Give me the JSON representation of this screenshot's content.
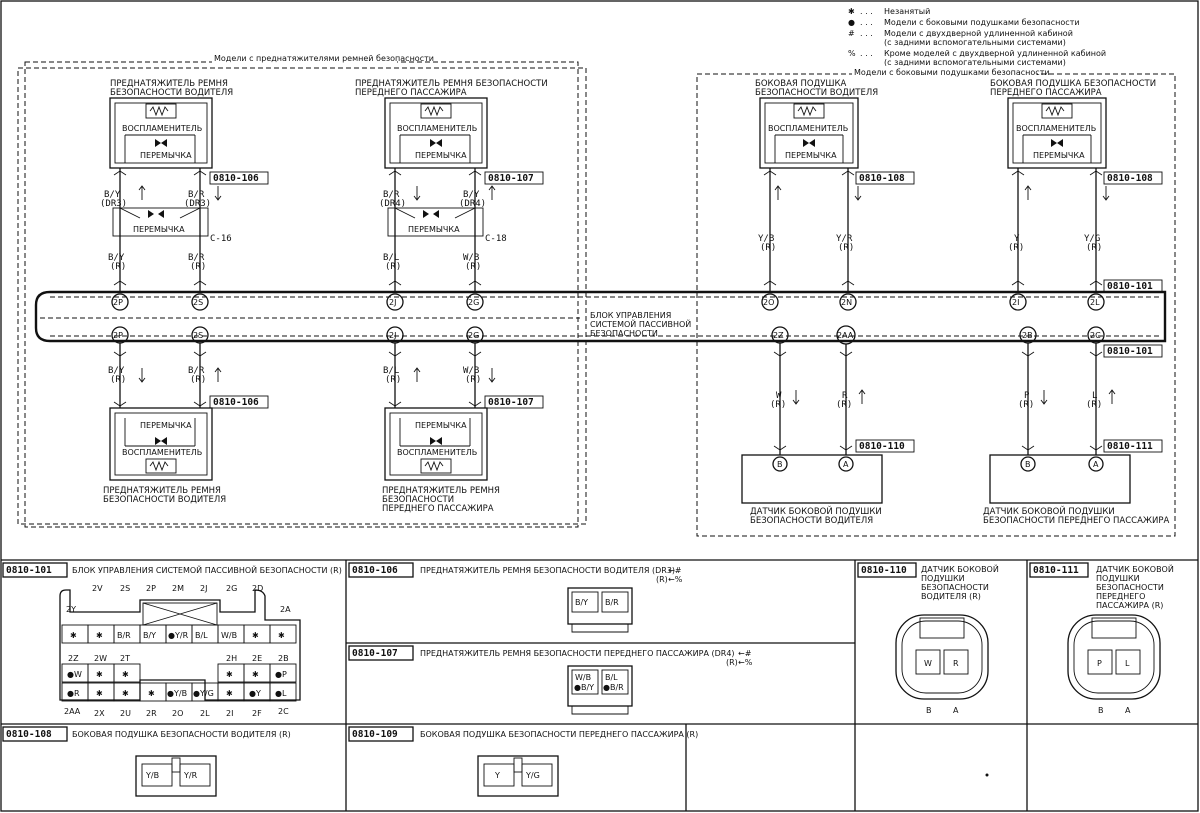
{
  "legend": {
    "items": [
      {
        "symbol": "✱",
        "text": "Незанятый"
      },
      {
        "symbol": "●",
        "text": "Модели с боковыми подушками безопасности"
      },
      {
        "symbol": "#",
        "text": "Модели с двухдверной удлиненной кабиной"
      },
      {
        "symbol": "",
        "text": "(с задними вспомогательными системами)"
      },
      {
        "symbol": "%",
        "text": "Кроме моделей с двухдверной удлиненной кабиной"
      },
      {
        "symbol": "",
        "text": "(с задними вспомогательными системами)"
      }
    ]
  },
  "groups": {
    "pretensioner_models": "Модели с преднатяжителями ремней безопасности",
    "side_airbag_models": "Модели с боковыми подушками безопасности"
  },
  "components": {
    "driver_pretensioner_top": [
      "ПРЕДНАТЯЖИТЕЛЬ РЕМНЯ",
      "БЕЗОПАСНОСТИ ВОДИТЕЛЯ"
    ],
    "passenger_pretensioner_top": [
      "ПРЕДНАТЯЖИТЕЛЬ РЕМНЯ БЕЗОПАСНОСТИ",
      "ПЕРЕДНЕГО ПАССАЖИРА"
    ],
    "driver_side_airbag": [
      "БОКОВАЯ ПОДУШКА",
      "БЕЗОПАСНОСТИ ВОДИТЕЛЯ"
    ],
    "passenger_side_airbag": [
      "БОКОВАЯ ПОДУШКА БЕЗОПАСНОСТИ",
      "ПЕРЕДНЕГО ПАССАЖИРА"
    ],
    "driver_pretensioner_bottom": [
      "ПРЕДНАТЯЖИТЕЛЬ РЕМНЯ",
      "БЕЗОПАСНОСТИ ВОДИТЕЛЯ"
    ],
    "passenger_pretensioner_bottom": [
      "ПРЕДНАТЯЖИТЕЛЬ РЕМНЯ",
      "БЕЗОПАСНОСТИ",
      "ПЕРЕДНЕГО ПАССАЖИРА"
    ],
    "driver_sensor": [
      "ДАТЧИК БОКОВОЙ ПОДУШКИ",
      "БЕЗОПАСНОСТИ ВОДИТЕЛЯ"
    ],
    "passenger_sensor": [
      "ДАТЧИК БОКОВОЙ ПОДУШКИ",
      "БЕЗОПАСНОСТИ ПЕРЕДНЕГО ПАССАЖИРА"
    ],
    "control_unit": [
      "БЛОК УПРАВЛЕНИЯ",
      "СИСТЕМОЙ ПАССИВНОЙ",
      "БЕЗОПАСНОСТИ"
    ],
    "igniter": "ВОСПЛАМЕНИТЕЛЬ",
    "jumper": "ПЕРЕМЫЧКА"
  },
  "connectors": {
    "c0810_106": "0810-106",
    "c0810_107": "0810-107",
    "c0810_108": "0810-108",
    "c0810_101": "0810-101",
    "c0810_110": "0810-110",
    "c0810_111": "0810-111",
    "c16": "C-16",
    "c18": "C-18"
  },
  "wires_top": {
    "w1a": "B/Y",
    "w1b": "(DR3)",
    "w2a": "B/R",
    "w2b": "(DR3)",
    "w3a": "B/R",
    "w3b": "(DR4)",
    "w4a": "B/Y",
    "w4b": "(DR4)",
    "w1c": "B/Y",
    "w1d": "(R)",
    "w2c": "B/R",
    "w2d": "(R)",
    "w3c": "B/L",
    "w3d": "(R)",
    "w4c": "W/B",
    "w4d": "(R)",
    "w5a": "Y/B",
    "w5b": "(R)",
    "w6a": "Y/R",
    "w6b": "(R)",
    "w7a": "Y",
    "w7b": "(R)",
    "w8a": "Y/G",
    "w8b": "(R)"
  },
  "wires_bottom": {
    "w1a": "B/Y",
    "w1b": "(R)",
    "w2a": "B/R",
    "w2b": "(R)",
    "w3a": "B/L",
    "w3b": "(R)",
    "w4a": "W/B",
    "w4b": "(R)",
    "w5a": "W",
    "w5b": "(R)",
    "w6a": "R",
    "w6b": "(R)",
    "w7a": "P",
    "w7b": "(R)",
    "w8a": "L",
    "w8b": "(R)"
  },
  "terminals_top": [
    "2P",
    "2S",
    "2J",
    "2G",
    "2O",
    "2N",
    "2I",
    "2L"
  ],
  "terminals_bottom": [
    "2P",
    "2S",
    "2J",
    "2G",
    "2Z",
    "2AA",
    "2B",
    "2C"
  ],
  "sensor_pins": {
    "b": "B",
    "a": "A"
  },
  "panels": {
    "p101": {
      "code": "0810-101",
      "title": "БЛОК УПРАВЛЕНИЯ СИСТЕМОЙ ПАССИВНОЙ БЕЗОПАСНОСТИ (R)"
    },
    "p106": {
      "code": "0810-106",
      "title": "ПРЕДНАТЯЖИТЕЛЬ РЕМНЯ БЕЗОПАСНОСТИ ВОДИТЕЛЯ (DR3)",
      "n1": "←#",
      "n2": "(R)",
      "n3": "←%",
      "pins": [
        "B/Y",
        "B/R"
      ]
    },
    "p107": {
      "code": "0810-107",
      "title": "ПРЕДНАТЯЖИТЕЛЬ РЕМНЯ БЕЗОПАСНОСТИ ПЕРЕДНЕГО ПАССАЖИРА (DR4)",
      "n1": "←#",
      "n2": "(R)",
      "n3": "←%",
      "pins": [
        "W/B",
        "●B/Y",
        "B/L",
        "●B/R"
      ]
    },
    "p110": {
      "code": "0810-110",
      "title": [
        "ДАТЧИК БОКОВОЙ",
        "ПОДУШКИ",
        "БЕЗОПАСНОСТИ",
        "ВОДИТЕЛЯ (R)"
      ],
      "pins": [
        "W",
        "R"
      ],
      "labels": [
        "B",
        "A"
      ]
    },
    "p111": {
      "code": "0810-111",
      "title": [
        "ДАТЧИК БОКОВОЙ",
        "ПОДУШКИ",
        "БЕЗОПАСНОСТИ",
        "ПЕРЕДНЕГО",
        "ПАССАЖИРА (R)"
      ],
      "pins": [
        "P",
        "L"
      ],
      "labels": [
        "B",
        "A"
      ]
    },
    "p108": {
      "code": "0810-108",
      "title": "БОКОВАЯ ПОДУШКА БЕЗОПАСНОСТИ ВОДИТЕЛЯ (R)",
      "pins": [
        "Y/B",
        "Y/R"
      ]
    },
    "p109": {
      "code": "0810-109",
      "title": "БОКОВАЯ ПОДУШКА БЕЗОПАСНОСТИ ПЕРЕДНЕГО ПАССАЖИРА (R)",
      "pins": [
        "Y",
        "Y/G"
      ]
    }
  },
  "pinout": {
    "top_labels": [
      "2V",
      "2S",
      "2P",
      "2M",
      "2J",
      "2G",
      "2D"
    ],
    "left_top": "2Y",
    "right_top": "2A",
    "row1": [
      "✱",
      "✱",
      "B/R",
      "B/Y",
      "●Y/R",
      "B/L",
      "W/B",
      "✱",
      "✱"
    ],
    "mid_labels": [
      "2Z",
      "2W",
      "2T",
      "2H",
      "2E",
      "2B"
    ],
    "row2": [
      "●W",
      "✱",
      "✱",
      "✱",
      "✱",
      "●P"
    ],
    "row3": [
      "●R",
      "✱",
      "✱",
      "✱",
      "●Y/B",
      "●Y/G",
      "✱",
      "●Y",
      "●L"
    ],
    "bottom_labels": [
      "2AA",
      "2X",
      "2U",
      "2R",
      "2O",
      "2L",
      "2I",
      "2F",
      "2C"
    ]
  }
}
